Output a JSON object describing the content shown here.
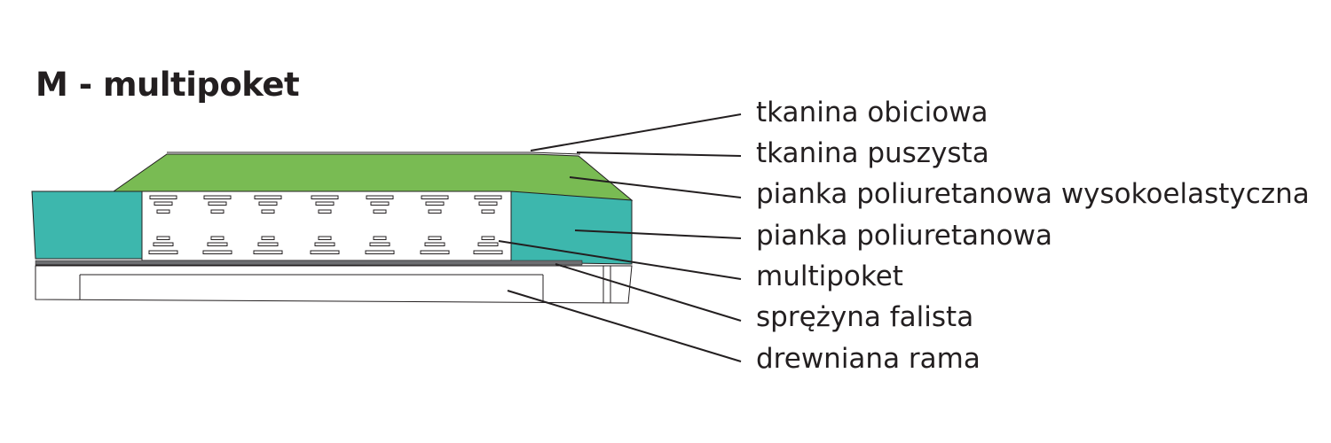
{
  "title": "M - multipoket",
  "colors": {
    "top_fabric": "#79bb53",
    "side_foam": "#3db7ad",
    "line": "#231f20",
    "frame": "#ffffff"
  },
  "labels": [
    "tkanina obiciowa",
    "tkanina puszysta",
    "pianka poliuretanowa wysokoelastyczna",
    "pianka poliuretanowa",
    "multipoket",
    "sprężyna falista",
    "drewniana rama"
  ]
}
